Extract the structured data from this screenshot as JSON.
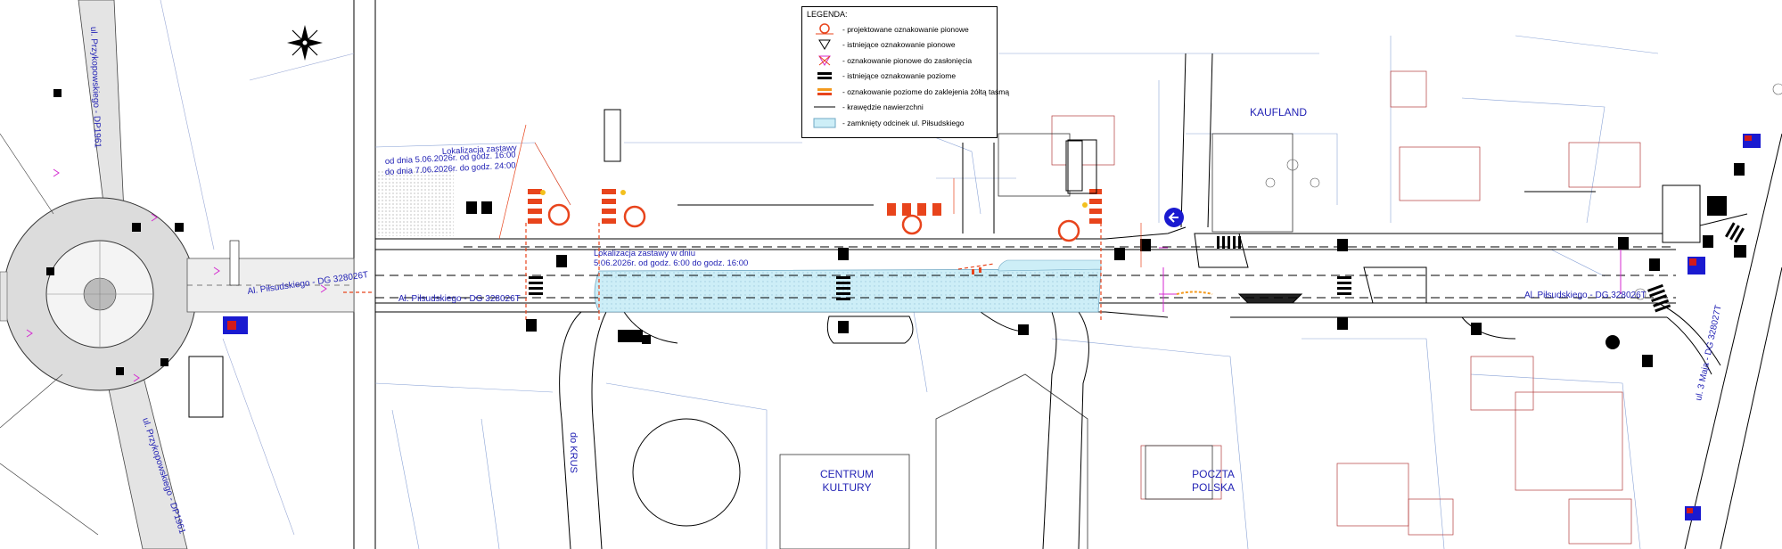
{
  "labels": {
    "street_left": "Al. Piłsudskiego - DG 328026T",
    "street_left_small": "Al. Piłsudskiego - DG 328026T",
    "street_right": "Al. Piłsudskiego - DG 328026T",
    "przykopowa_top": "ul. Przykopowskiego - DP1961",
    "przykopowa_bottom": "ul. Przykopowskiego - DP1961",
    "right_vertical": "ul. 3 Maja - DG 328027T",
    "krus": "do KRUS",
    "kaufland": "KAUFLAND",
    "centrum_line1": "CENTRUM",
    "centrum_line2": "KULTURY",
    "poczta_line1": "POCZTA",
    "poczta_line2": "POLSKA",
    "zastawa1_line1": "Lokalizacja zastawy",
    "zastawa1_line2": "od dnia 5.06.2026r. od godz. 16:00",
    "zastawa1_line3": "do dnia 7.06.2026r. do godz. 24:00",
    "zastawa2_line1": "Lokalizacja zastawy w dniu",
    "zastawa2_line2": "5.06.2026r. od godz. 6:00 do godz. 16:00"
  },
  "legend": {
    "title": "LEGENDA:",
    "items": [
      {
        "text": "- projektowane oznakowanie pionowe"
      },
      {
        "text": "- istniejące oznakowanie pionowe"
      },
      {
        "text": "- oznakowanie pionowe do zasłonięcia"
      },
      {
        "text": "- istniejące oznakowanie poziome"
      },
      {
        "text": "- oznakowanie poziome do zaklejenia żółtą taśmą"
      },
      {
        "text": "- krawędzie nawierzchni"
      },
      {
        "text": "- zamknięty odcinek ul. Piłsudskiego"
      }
    ]
  },
  "colors": {
    "closed_section": "#cdeef7",
    "barrier_red": "#e8441c",
    "barrier_orange": "#f39a1e",
    "text_blue": "#2323b5",
    "magenta": "#d42ad0",
    "parcel_red": "#b33a3a",
    "parcel_blue": "#8aa3d6"
  }
}
